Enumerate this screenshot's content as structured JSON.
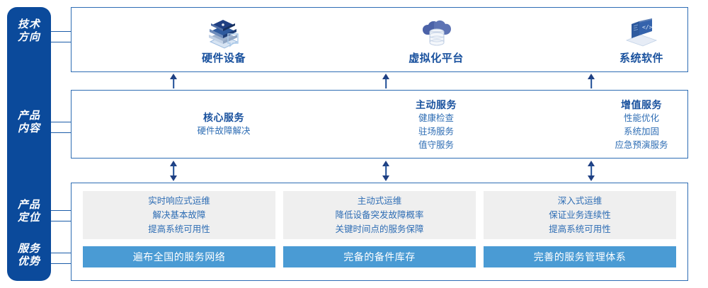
{
  "rail": {
    "items": [
      {
        "name": "tech-direction",
        "lines": [
          "技术",
          "方向"
        ]
      },
      {
        "name": "product-content",
        "lines": [
          "产品",
          "内容"
        ]
      },
      {
        "name": "product-positioning",
        "lines": [
          "产品",
          "定位"
        ]
      },
      {
        "name": "service-advantage",
        "lines": [
          "服务",
          "优势"
        ]
      }
    ]
  },
  "tech": {
    "columns": [
      {
        "icon": "server-stack-icon",
        "label": "硬件设备"
      },
      {
        "icon": "cloud-database-icon",
        "label": "虚拟化平台"
      },
      {
        "icon": "laptop-code-icon",
        "label": "系统软件"
      }
    ]
  },
  "product": {
    "columns": [
      {
        "title": "核心服务",
        "lines": [
          "硬件故障解决"
        ]
      },
      {
        "title": "主动服务",
        "lines": [
          "健康检查",
          "驻场服务",
          "值守服务"
        ]
      },
      {
        "title": "增值服务",
        "lines": [
          "性能优化",
          "系统加固",
          "应急预演服务"
        ]
      }
    ]
  },
  "positioning": {
    "columns": [
      {
        "gray_lines": [
          "实时响应式运维",
          "解决基本故障",
          "提高系统可用性"
        ],
        "banner": "遍布全国的服务网络"
      },
      {
        "gray_lines": [
          "主动式运维",
          "降低设备突发故障概率",
          "关键时间点的服务保障"
        ],
        "banner": "完备的备件库存"
      },
      {
        "gray_lines": [
          "深入式运维",
          "保证业务连续性",
          "提高系统可用性"
        ],
        "banner": "完善的服务管理体系"
      }
    ]
  },
  "colors": {
    "rail_blue": "#0B4A9B",
    "border_blue": "#2E6DB4",
    "title_blue": "#19519E",
    "text_blue": "#2E6DB4",
    "banner_blue": "#4A9BD4",
    "gray_box": "#EFEFEF",
    "arrow_blue": "#1F3F82"
  }
}
